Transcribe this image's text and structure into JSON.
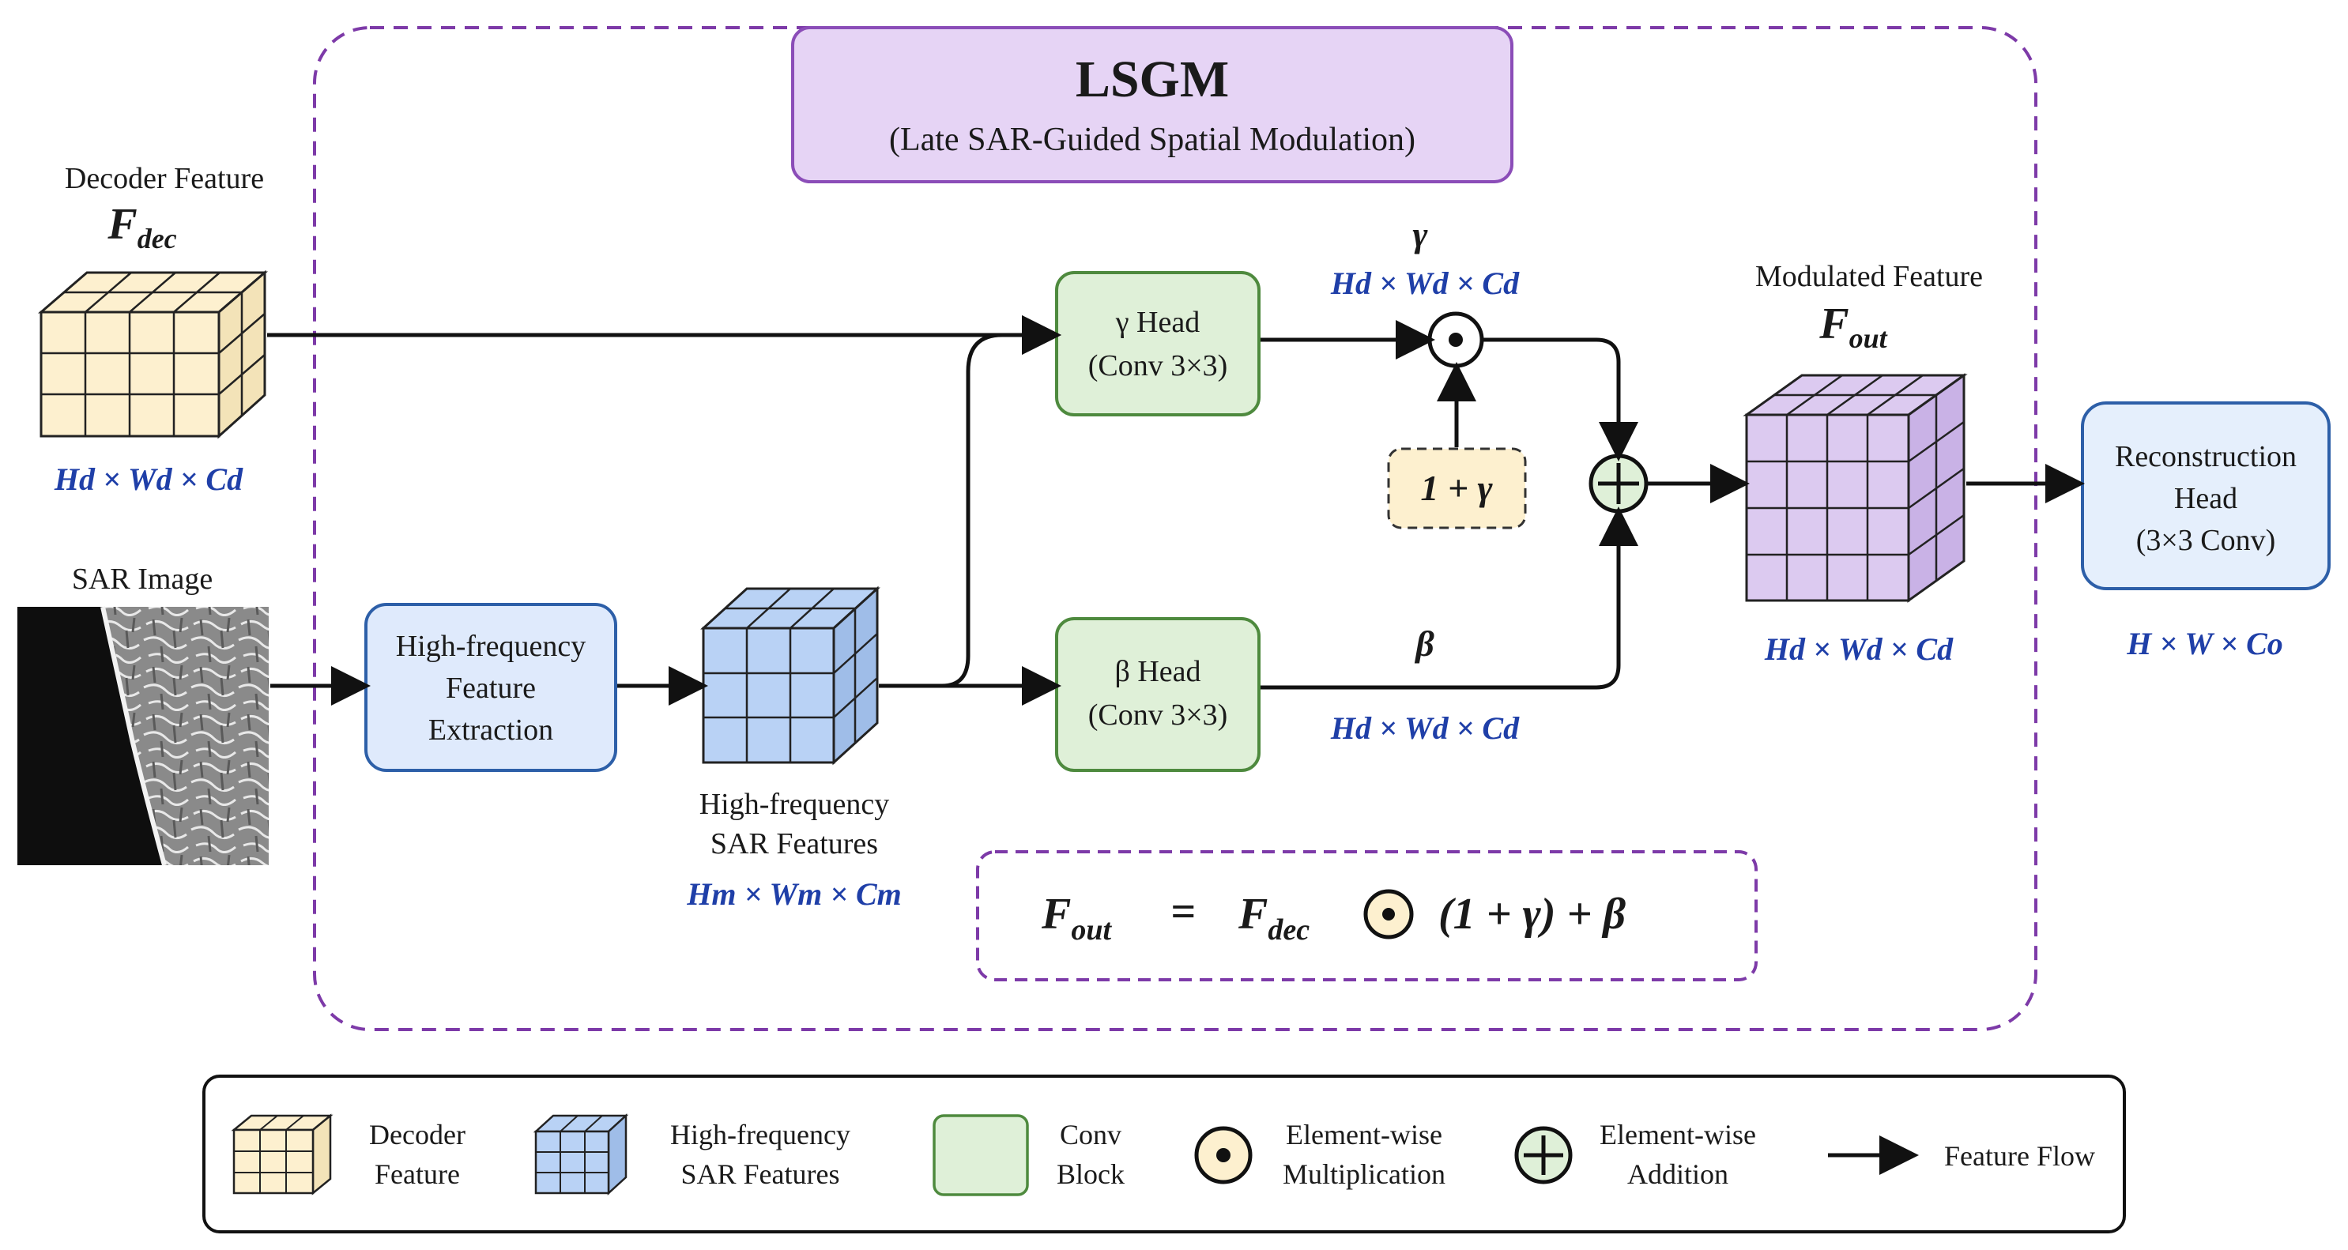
{
  "module": {
    "title": "LSGM",
    "subtitle": "(Late SAR-Guided Spatial Modulation)"
  },
  "inputs": {
    "decoder_label": "Decoder Feature",
    "decoder_symbol": "F",
    "decoder_sub": "dec",
    "decoder_dims": "Hd × Wd × Cd",
    "sar_label": "SAR Image"
  },
  "blocks": {
    "hf_extract": [
      "High-frequency",
      "Feature",
      "Extraction"
    ],
    "gamma_head": [
      "γ Head",
      "(Conv 3×3)"
    ],
    "beta_head": [
      "β Head",
      "(Conv 3×3)"
    ],
    "recon_head": [
      "Reconstruction",
      "Head",
      "(3×3 Conv)"
    ],
    "one_plus_gamma": "1 + γ"
  },
  "features": {
    "hf_sar": [
      "High-frequency",
      "SAR Features"
    ],
    "hf_sar_dims": "Hm × Wm × Cm",
    "gamma_sym": "γ",
    "gamma_dims": "Hd × Wd × Cd",
    "beta_sym": "β",
    "beta_dims": "Hd × Wd × Cd",
    "modulated_label": "Modulated Feature",
    "modulated_symbol": "F",
    "modulated_sub": "out",
    "modulated_dims": "Hd × Wd × Cd",
    "output_dims": "H × W × Co"
  },
  "equation": {
    "lhs": "F",
    "lhs_sub": "out",
    "eq": "=",
    "fdec": "F",
    "fdec_sub": "dec",
    "rest": "(1 + γ) + β"
  },
  "legend": {
    "decoder": [
      "Decoder",
      "Feature"
    ],
    "hf_sar": [
      "High-frequency",
      "SAR Features"
    ],
    "conv": [
      "Conv",
      "Block"
    ],
    "mult": [
      "Element-wise",
      "Multiplication"
    ],
    "add": [
      "Element-wise",
      "Addition"
    ],
    "flow": "Feature Flow"
  },
  "colors": {
    "decoder_cube": "#fdf0cf",
    "sar_cube": "#b9d2f5",
    "modulated_cube": "#dccaf0",
    "conv_block": "#dff0d8",
    "hf_block": "#dfeafc",
    "recon_block": "#e5effc",
    "title_box": "#e6d4f5",
    "purple_dash": "#7d3aa8",
    "dim_text": "#1f3fa8",
    "add_fill": "#dff0d8",
    "mult_fill": "#fdf0cf"
  }
}
